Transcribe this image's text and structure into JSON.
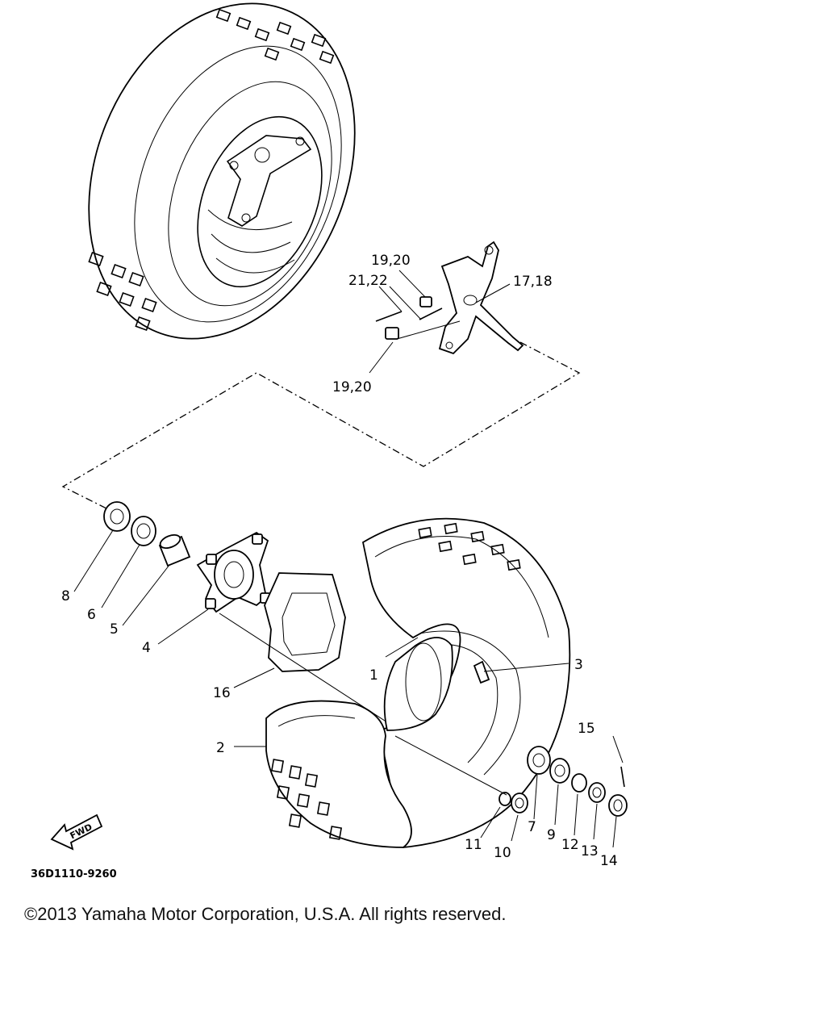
{
  "diagram": {
    "callouts": {
      "c1": "1",
      "c2": "2",
      "c3": "3",
      "c4": "4",
      "c5": "5",
      "c6": "6",
      "c7": "7",
      "c8": "8",
      "c9": "9",
      "c10": "10",
      "c11": "11",
      "c12": "12",
      "c13": "13",
      "c14": "14",
      "c15": "15",
      "c16": "16",
      "c17_18": "17,18",
      "c19_20_top": "19,20",
      "c19_20_bottom": "19,20",
      "c21_22": "21,22"
    },
    "fwd_label": "FWD",
    "drawing_code": "36D1110-9260"
  },
  "footer": {
    "copyright": "©2013 Yamaha Motor Corporation, U.S.A. All rights reserved."
  }
}
